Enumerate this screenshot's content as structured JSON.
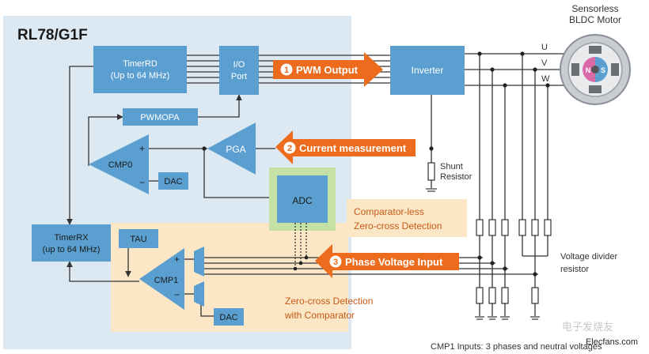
{
  "chip": {
    "name": "RL78/G1F"
  },
  "blocks": {
    "timer_rd": {
      "line1": "TimerRD",
      "line2": "(Up to 64 MHz)"
    },
    "io_port": {
      "line1": "I/O",
      "line2": "Port"
    },
    "inverter": "Inverter",
    "pwmopa": "PWMOPA",
    "pga": "PGA",
    "cmp0": "CMP0",
    "dac0": "DAC",
    "adc": "ADC",
    "timer_rx": {
      "line1": "TimerRX",
      "line2": "(up to 64 MHz)"
    },
    "tau": "TAU",
    "cmp1": "CMP1",
    "dac1": "DAC"
  },
  "signals": {
    "pwm": {
      "num": "1",
      "label": "PWM Output"
    },
    "current": {
      "num": "2",
      "label": "Current measurement"
    },
    "phase": {
      "num": "3",
      "label": "Phase Voltage Input"
    }
  },
  "motor": {
    "line1": "Sensorless",
    "line2": "BLDC Motor",
    "pole_n": "N",
    "pole_s": "S"
  },
  "phases": [
    "U",
    "V",
    "W"
  ],
  "shunt": {
    "line1": "Shunt",
    "line2": "Resistor"
  },
  "voltage_divider": {
    "line1": "Voltage divider",
    "line2": "resistor"
  },
  "callouts": {
    "comparator_less": {
      "line1": "Comparator-less",
      "line2": "Zero-cross Detection"
    },
    "zero_cross": {
      "line1": "Zero-cross Detection",
      "line2": "with Comparator"
    }
  },
  "signs": {
    "plus": "+",
    "minus": "−"
  },
  "footnote": "CMP1 Inputs: 3 phases and neutral voltages",
  "watermark": {
    "cn": "电子发烧友",
    "site": "Elecfans.com"
  },
  "colors": {
    "chip_bg": "#dde9f2",
    "block": "#5b9fd1",
    "orange": "#ec6b1c",
    "callout_bg": "#fbe6c6",
    "adc_bg": "#c6e1a4",
    "wire": "#333333"
  }
}
